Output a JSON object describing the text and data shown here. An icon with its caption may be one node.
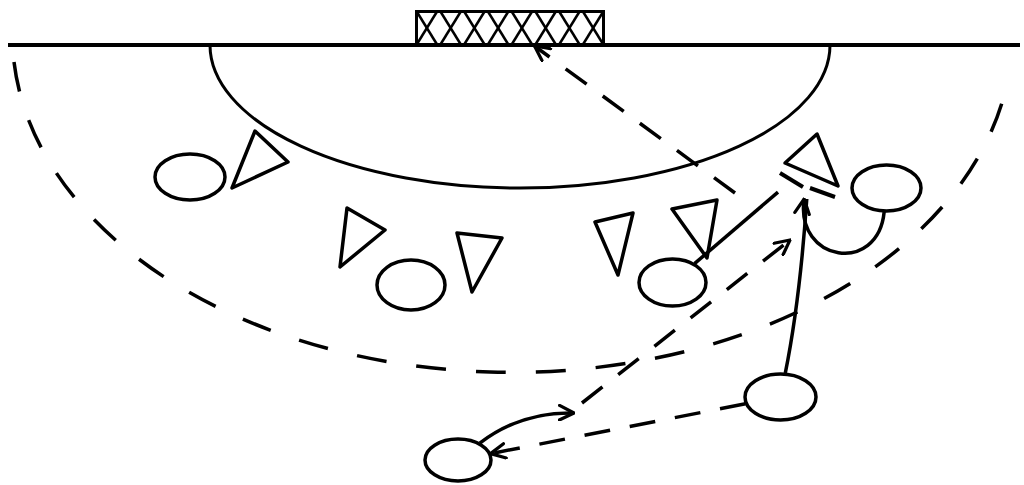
{
  "diagram": {
    "nodes": [
      {
        "text": [],
        "shape": "box"
      },
      {
        "text": [],
        "shape": "triangle"
      },
      {
        "text": [],
        "shape": "triangle"
      },
      {
        "text": [],
        "shape": "ellipse"
      },
      {
        "text": [],
        "shape": "ellipse"
      },
      {
        "text": [],
        "shape": "triangle"
      },
      {
        "text": [],
        "shape": "triangle"
      },
      {
        "text": [],
        "shape": "triangle"
      },
      {
        "text": [],
        "shape": "triangle"
      },
      {
        "text": [],
        "shape": "ellipse"
      },
      {
        "text": [],
        "shape": "ellipse"
      },
      {
        "text": [],
        "shape": "ellipse"
      },
      {
        "text": [],
        "shape": "ellipse"
      }
    ],
    "edges": [
      {
        "from": null,
        "to": 0,
        "arrow": "to",
        "style": "dashed"
      },
      {
        "from": 10,
        "to": 2,
        "arrow": "none"
      },
      {
        "from": 11,
        "to": 2,
        "arrow": "none"
      },
      {
        "from": 4,
        "to": 2,
        "arrow": "to"
      },
      {
        "from": 11,
        "to": 12,
        "arrow": "to",
        "style": "dashed"
      },
      {
        "from": 12,
        "to": null,
        "arrow": "to"
      }
    ]
  }
}
